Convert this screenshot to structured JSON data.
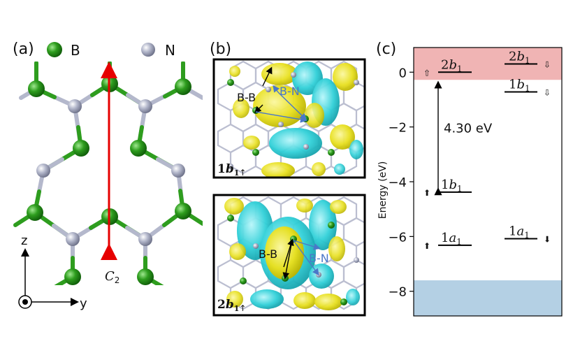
{
  "figure": {
    "panel_a": {
      "label": "(a)",
      "legend_b": "B",
      "legend_n": "N",
      "axis_z": "z",
      "axis_y": "y",
      "c2_label": "C",
      "c2_sub": "2",
      "colors": {
        "boron": "#2e9d1e",
        "nitrogen": "#b4b8cc",
        "c2_arrow": "#e60000"
      }
    },
    "panel_b": {
      "label": "(b)",
      "top": {
        "orbital_num": "1",
        "orbital_letter": "b",
        "orbital_sub": "1",
        "spin": "↑",
        "bb_label": "B-B",
        "bn_label": "B-N"
      },
      "bottom": {
        "orbital_num": "2",
        "orbital_letter": "b",
        "orbital_sub": "1",
        "spin": "↑",
        "bb_label": "B-B",
        "bn_label": "B-N"
      },
      "colors": {
        "positive": "#e8e020",
        "negative": "#30d0d8",
        "bn_text": "#4a78c8"
      }
    },
    "panel_c": {
      "label": "(c)",
      "gap_label": "4.30  eV",
      "colors": {
        "conduction_band": "#f0b4b4",
        "valence_band": "#b4d0e4"
      }
    }
  },
  "chart_data": {
    "type": "energy-level diagram",
    "ylabel": "Energy (eV)",
    "ylim": [
      -8.9,
      0.9
    ],
    "yticks": [
      0,
      -2,
      -4,
      -6,
      -8
    ],
    "ytick_labels": [
      "0",
      "−2",
      "−4",
      "−6",
      "−8"
    ],
    "bands": [
      {
        "region": "conduction",
        "from": -0.28,
        "to": 0.9
      },
      {
        "region": "valence",
        "from": -8.9,
        "to": -7.6
      }
    ],
    "levels": [
      {
        "name": "2b",
        "sub": "1",
        "energy": 0.0,
        "spin": "up",
        "occupied": false,
        "column": "left"
      },
      {
        "name": "1b",
        "sub": "1",
        "energy": -4.38,
        "spin": "up",
        "occupied": true,
        "column": "left"
      },
      {
        "name": "1a",
        "sub": "1",
        "energy": -6.32,
        "spin": "up",
        "occupied": true,
        "column": "left"
      },
      {
        "name": "2b",
        "sub": "1",
        "energy": 0.3,
        "spin": "down",
        "occupied": false,
        "column": "right"
      },
      {
        "name": "1b",
        "sub": "1",
        "energy": -0.72,
        "spin": "down",
        "occupied": false,
        "column": "right"
      },
      {
        "name": "1a",
        "sub": "1",
        "energy": -6.08,
        "spin": "down",
        "occupied": true,
        "column": "right"
      }
    ],
    "gap": {
      "from": -4.38,
      "to": -0.28,
      "value_ev": 4.3
    }
  }
}
